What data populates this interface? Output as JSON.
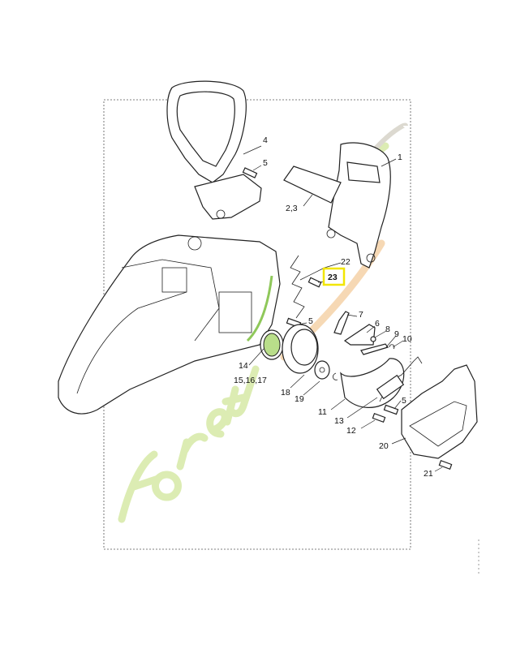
{
  "diagram": {
    "callouts": [
      {
        "id": "4",
        "text": "4"
      },
      {
        "id": "5a",
        "text": "5"
      },
      {
        "id": "1",
        "text": "1"
      },
      {
        "id": "2-3",
        "text": "2,3"
      },
      {
        "id": "22",
        "text": "22"
      },
      {
        "id": "23",
        "text": "23",
        "highlighted": true
      },
      {
        "id": "5b",
        "text": "5"
      },
      {
        "id": "7",
        "text": "7"
      },
      {
        "id": "6",
        "text": "6"
      },
      {
        "id": "8",
        "text": "8"
      },
      {
        "id": "9",
        "text": "9"
      },
      {
        "id": "10",
        "text": "10"
      },
      {
        "id": "14",
        "text": "14"
      },
      {
        "id": "15-16-17",
        "text": "15,16,17"
      },
      {
        "id": "18",
        "text": "18"
      },
      {
        "id": "19",
        "text": "19"
      },
      {
        "id": "11",
        "text": "11"
      },
      {
        "id": "13",
        "text": "13"
      },
      {
        "id": "5c",
        "text": "5"
      },
      {
        "id": "12",
        "text": "12"
      },
      {
        "id": "20",
        "text": "20"
      },
      {
        "id": "21",
        "text": "21"
      }
    ],
    "highlight_color": "#f2e600",
    "watermark": "foretjardin.com",
    "watermark_colors": {
      "green": "#d6e9a6",
      "orange": "#f5d2a8"
    }
  }
}
